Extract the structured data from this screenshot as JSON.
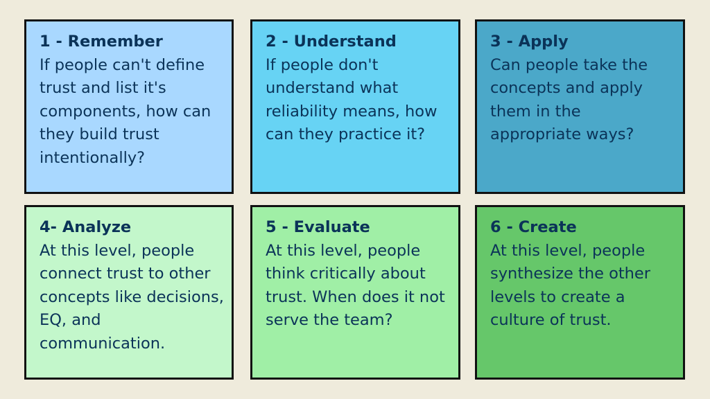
{
  "boxes": [
    {
      "title": "1 - Remember",
      "text": "If people can't define trust and list it's components, how can they build trust intentionally?",
      "color": "#a9d8ff"
    },
    {
      "title": "2 - Understand",
      "text": "If people don't understand what reliability means, how can they practice it?",
      "color": "#67d3f4"
    },
    {
      "title": "3 - Apply",
      "text": "Can people take the concepts and apply them in the appropriate ways?",
      "color": "#4ba8c9"
    },
    {
      "title": "4- Analyze",
      "text": "At this level, people connect trust to other concepts like decisions, EQ, and communication.",
      "color": "#c3f7cb"
    },
    {
      "title": "5 - Evaluate",
      "text": "At this level, people think critically about trust. When does it not serve the team?",
      "color": "#a0efa6"
    },
    {
      "title": "6 - Create",
      "text": "At this level, people synthesize the other levels to create a culture of trust.",
      "color": "#66c76a"
    }
  ]
}
